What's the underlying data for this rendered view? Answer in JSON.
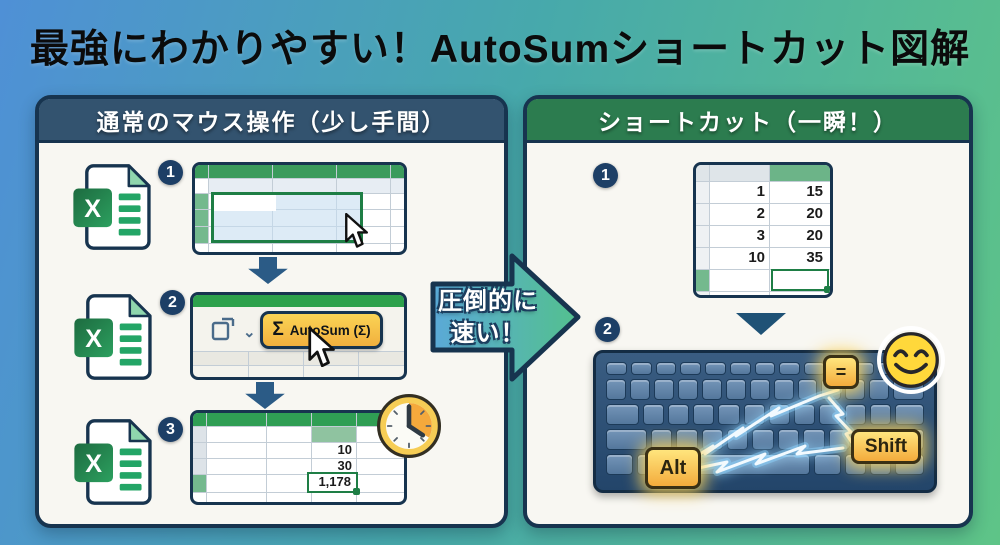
{
  "title": "最強にわかりやすい！AutoSumショートカット図解",
  "left_panel": {
    "header": "通常のマウス操作（少し手間）",
    "step1": {
      "number": "1"
    },
    "step2": {
      "number": "2",
      "sigma": "Σ",
      "autosum_label": "AutoSum (Σ)"
    },
    "step3": {
      "number": "3",
      "values": [
        "10",
        "30",
        "1,178"
      ]
    }
  },
  "middle_arrow": {
    "line1": "圧倒的に",
    "line2": "速い！"
  },
  "right_panel": {
    "header": "ショートカット（一瞬！）",
    "step1": {
      "number": "1"
    },
    "step2": {
      "number": "2"
    },
    "spreadsheet_rows": [
      [
        "1",
        "15"
      ],
      [
        "2",
        "20"
      ],
      [
        "3",
        "20"
      ],
      [
        "10",
        "35"
      ]
    ],
    "keys": {
      "alt": "Alt",
      "shift": "Shift",
      "equals": "="
    }
  },
  "icons": {
    "excel_file": "excel-file-icon",
    "mouse_cursor": "mouse-cursor-icon",
    "paste": "paste-icon",
    "chevron_down": "⌄",
    "clock": "clock-icon",
    "down_arrow": "down-arrow-icon",
    "big_right_arrow": "right-arrow-icon",
    "lightning": "lightning-bolt-icon",
    "smiley": "smiley-face-icon"
  },
  "colors": {
    "bg_blue": "#4f90d6",
    "bg_green": "#5ec487",
    "panel_border": "#17344f",
    "panel_bg": "#f8f7f2",
    "left_header_bg": "#33536f",
    "right_header_bg": "#2c7c4f",
    "excel_green": "#23a566",
    "sheet_header_green": "#3b9b5c",
    "selection_border": "#1e7e45",
    "autosum_yellow": "#f9c840",
    "keyboard_bg": "#2b4a6b",
    "hotkey_yellow": "#ffd34d",
    "clock_gold": "#f6cd55",
    "smiley_yellow": "#ffd83b"
  }
}
